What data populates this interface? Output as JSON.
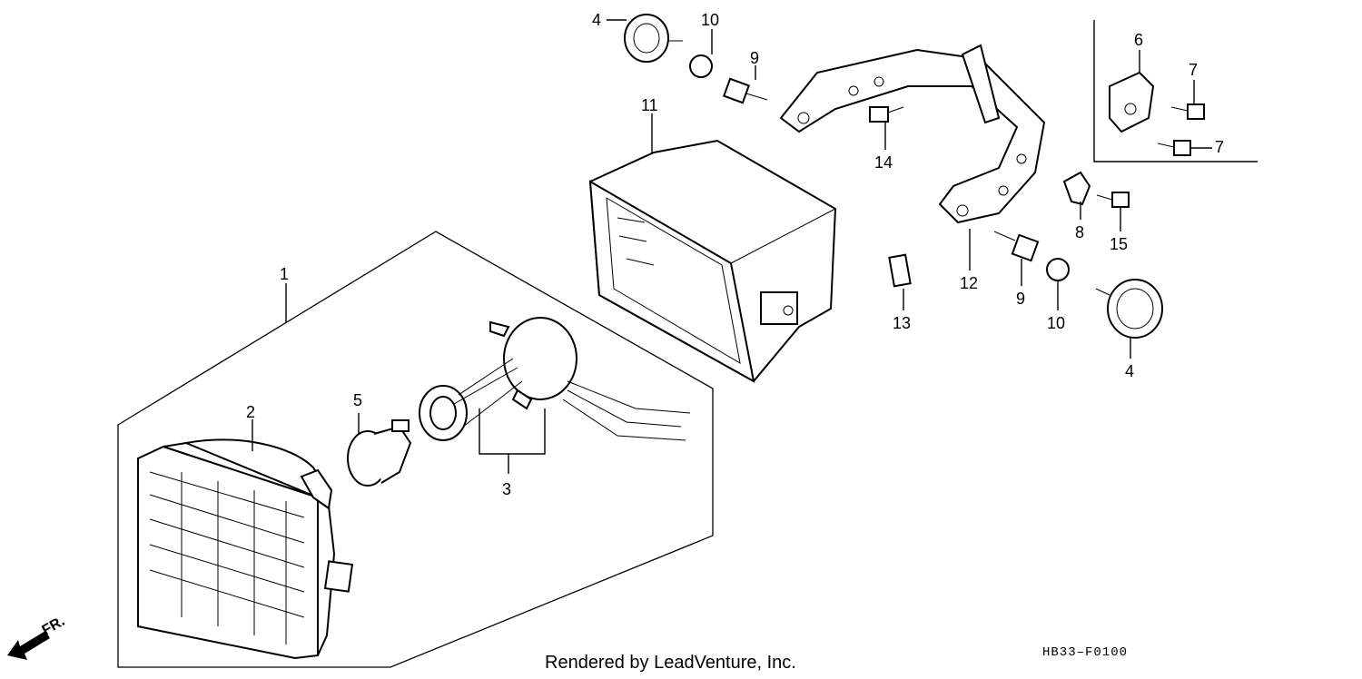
{
  "diagram": {
    "callouts": [
      {
        "id": "c1",
        "label": "1"
      },
      {
        "id": "c2",
        "label": "2"
      },
      {
        "id": "c3",
        "label": "3"
      },
      {
        "id": "c4a",
        "label": "4"
      },
      {
        "id": "c4b",
        "label": "4"
      },
      {
        "id": "c5",
        "label": "5"
      },
      {
        "id": "c6",
        "label": "6"
      },
      {
        "id": "c7a",
        "label": "7"
      },
      {
        "id": "c7b",
        "label": "7"
      },
      {
        "id": "c8",
        "label": "8"
      },
      {
        "id": "c9a",
        "label": "9"
      },
      {
        "id": "c9b",
        "label": "9"
      },
      {
        "id": "c10a",
        "label": "10"
      },
      {
        "id": "c10b",
        "label": "10"
      },
      {
        "id": "c11",
        "label": "11"
      },
      {
        "id": "c12",
        "label": "12"
      },
      {
        "id": "c13",
        "label": "13"
      },
      {
        "id": "c14",
        "label": "14"
      },
      {
        "id": "c15",
        "label": "15"
      }
    ],
    "front_indicator": "FR.",
    "footer_text": "Rendered by LeadVenture, Inc.",
    "diagram_code": "HB33–F0100"
  }
}
